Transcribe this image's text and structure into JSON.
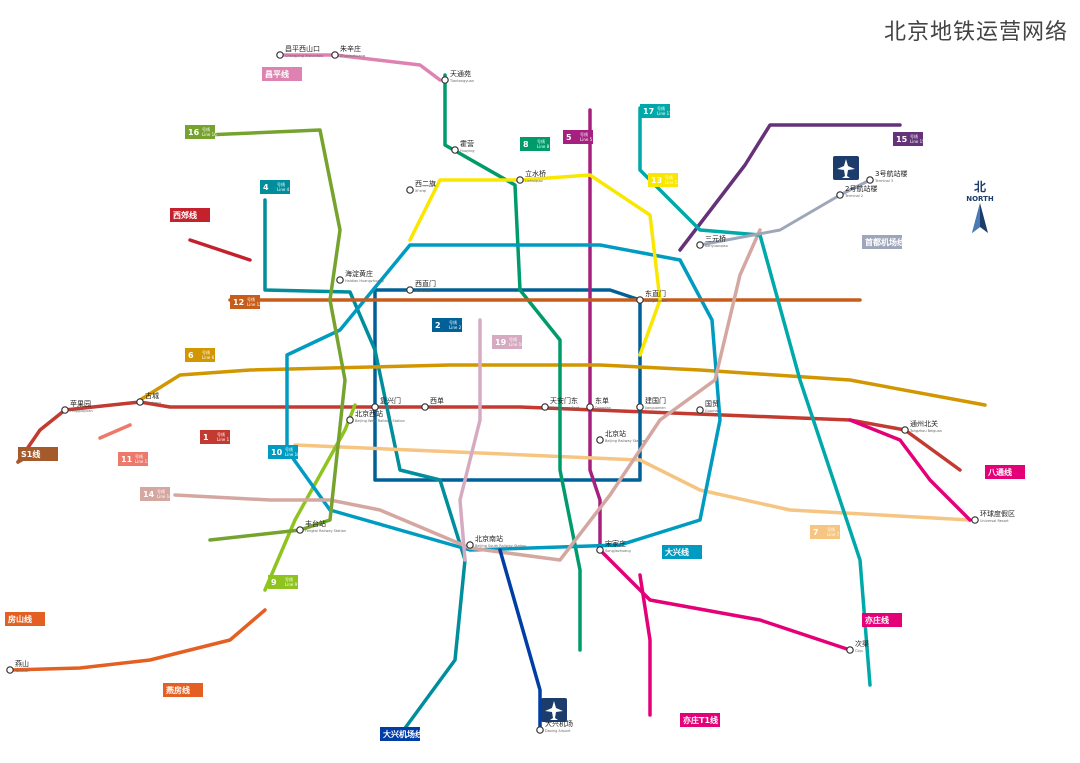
{
  "title": "北京地铁运营网络",
  "compass": {
    "zh": "北",
    "en": "NORTH",
    "icon": "north-arrow-icon"
  },
  "airport_icon": "airplane-icon",
  "lines": [
    {
      "id": "1",
      "color": "#c23a30",
      "name": "1号线",
      "en": "Line 1"
    },
    {
      "id": "2",
      "color": "#006098",
      "name": "2号线",
      "en": "Line 2"
    },
    {
      "id": "4",
      "color": "#008e9c",
      "name": "4号线",
      "en": "Line 4"
    },
    {
      "id": "5",
      "color": "#a6217f",
      "name": "5号线",
      "en": "Line 5"
    },
    {
      "id": "6",
      "color": "#d29700",
      "name": "6号线",
      "en": "Line 6"
    },
    {
      "id": "7",
      "color": "#f6c582",
      "name": "7号线",
      "en": "Line 7"
    },
    {
      "id": "8",
      "color": "#009b6b",
      "name": "8号线",
      "en": "Line 8"
    },
    {
      "id": "9",
      "color": "#8fc31f",
      "name": "9号线",
      "en": "Line 9"
    },
    {
      "id": "10",
      "color": "#009bc0",
      "name": "10号线",
      "en": "Line 10"
    },
    {
      "id": "11",
      "color": "#ed796b",
      "name": "11号线",
      "en": "Line 11"
    },
    {
      "id": "12",
      "color": "#c65d1a",
      "name": "12号线",
      "en": "Line 12"
    },
    {
      "id": "13",
      "color": "#f9e700",
      "name": "13号线",
      "en": "Line 13"
    },
    {
      "id": "14",
      "color": "#d5a7a1",
      "name": "14号线",
      "en": "Line 14"
    },
    {
      "id": "15",
      "color": "#653279",
      "name": "15号线",
      "en": "Line 15"
    },
    {
      "id": "16",
      "color": "#76a32e",
      "name": "16号线",
      "en": "Line 16"
    },
    {
      "id": "17",
      "color": "#00a9a9",
      "name": "17号线",
      "en": "Line 17"
    },
    {
      "id": "19",
      "color": "#d6abc1",
      "name": "19号线",
      "en": "Line 19"
    },
    {
      "id": "cp",
      "color": "#de82b2",
      "name": "昌平线",
      "en": "Changping Line"
    },
    {
      "id": "fs",
      "color": "#e46022",
      "name": "房山线",
      "en": "Fangshan Line"
    },
    {
      "id": "yz",
      "color": "#e40077",
      "name": "亦庄线",
      "en": "Yizhuang Line"
    },
    {
      "id": "bt",
      "color": "#e40077",
      "name": "八通线",
      "en": "Batong Line"
    },
    {
      "id": "s1",
      "color": "#a45a2a",
      "name": "S1线",
      "en": "Line S1"
    },
    {
      "id": "xj",
      "color": "#c4212d",
      "name": "西郊线",
      "en": "Xijiao Line"
    },
    {
      "id": "ys",
      "color": "#e46022",
      "name": "燕房线",
      "en": "Yanfang Line"
    },
    {
      "id": "dx",
      "color": "#003da5",
      "name": "大兴机场线",
      "en": "Daxing Airport Express"
    },
    {
      "id": "sd",
      "color": "#9ea6ba",
      "name": "首都机场线",
      "en": "Capital Airport Express"
    },
    {
      "id": "yzt1",
      "color": "#e40077",
      "name": "亦庄T1线",
      "en": "Yizhuang T1 Line"
    },
    {
      "id": "dxl",
      "color": "#009bc0",
      "name": "大兴线",
      "en": "Daxing Line"
    }
  ],
  "stations": [
    {
      "id": "s_tiantongyuan",
      "zh": "天通苑",
      "en": "Tiantongyuan"
    },
    {
      "id": "s_xierqi",
      "zh": "西二旗",
      "en": "Xi'erqi"
    },
    {
      "id": "s_huoying",
      "zh": "霍营",
      "en": "Huoying"
    },
    {
      "id": "s_lishuiqiao",
      "zh": "立水桥",
      "en": "Lishuiqiao"
    },
    {
      "id": "s_xizhimen",
      "zh": "西直门",
      "en": "Xizhimen"
    },
    {
      "id": "s_dongzhimen",
      "zh": "东直门",
      "en": "Dongzhimen"
    },
    {
      "id": "s_fuxingmen",
      "zh": "复兴门",
      "en": "Fuxingmen"
    },
    {
      "id": "s_jianguomen",
      "zh": "建国门",
      "en": "Jianguomen"
    },
    {
      "id": "s_guomao",
      "zh": "国贸",
      "en": "Guomao"
    },
    {
      "id": "s_beijingzhan",
      "zh": "北京站",
      "en": "Beijing Railway Station"
    },
    {
      "id": "s_beijingxizhan",
      "zh": "北京西站",
      "en": "Beijing West Railway Station"
    },
    {
      "id": "s_beijingnanzhan",
      "zh": "北京南站",
      "en": "Beijing South Railway Station"
    },
    {
      "id": "s_haidianhuangzhuang",
      "zh": "海淀黄庄",
      "en": "Haidian Huangzhuang"
    },
    {
      "id": "s_dongdan",
      "zh": "东单",
      "en": "Dongdan"
    },
    {
      "id": "s_xidan",
      "zh": "西单",
      "en": "Xidan"
    },
    {
      "id": "s_tiananmen",
      "zh": "天安门东",
      "en": "Tian'anmen East"
    },
    {
      "id": "s_sanyuanqiao",
      "zh": "三元桥",
      "en": "Sanyuanqiao"
    },
    {
      "id": "s_songjiazhuang",
      "zh": "宋家庄",
      "en": "Songjiazhuang"
    },
    {
      "id": "s_pingguoyuan",
      "zh": "苹果园",
      "en": "Pingguoyuan"
    },
    {
      "id": "s_huanzhuang",
      "zh": "环球度假区",
      "en": "Universal Resort"
    },
    {
      "id": "s_daxingairport",
      "zh": "大兴机场",
      "en": "Daxing Airport"
    },
    {
      "id": "s_t2",
      "zh": "2号航站楼",
      "en": "Terminal 2"
    },
    {
      "id": "s_t3",
      "zh": "3号航站楼",
      "en": "Terminal 3"
    },
    {
      "id": "s_yanshan",
      "zh": "燕山",
      "en": "Yanshan"
    },
    {
      "id": "s_ciqu",
      "zh": "次渠",
      "en": "Ciqu"
    },
    {
      "id": "s_tongzhou",
      "zh": "通州北关",
      "en": "Tongzhou Beiguan"
    },
    {
      "id": "s_zhuxinzhuang",
      "zh": "朱辛庄",
      "en": "Zhuxinzhuang"
    },
    {
      "id": "s_changping",
      "zh": "昌平西山口",
      "en": "Changping Xishankou"
    },
    {
      "id": "s_fengtaizhan",
      "zh": "丰台站",
      "en": "Fengtai Railway Station"
    },
    {
      "id": "s_gucheng",
      "zh": "古城",
      "en": "Gucheng"
    }
  ]
}
